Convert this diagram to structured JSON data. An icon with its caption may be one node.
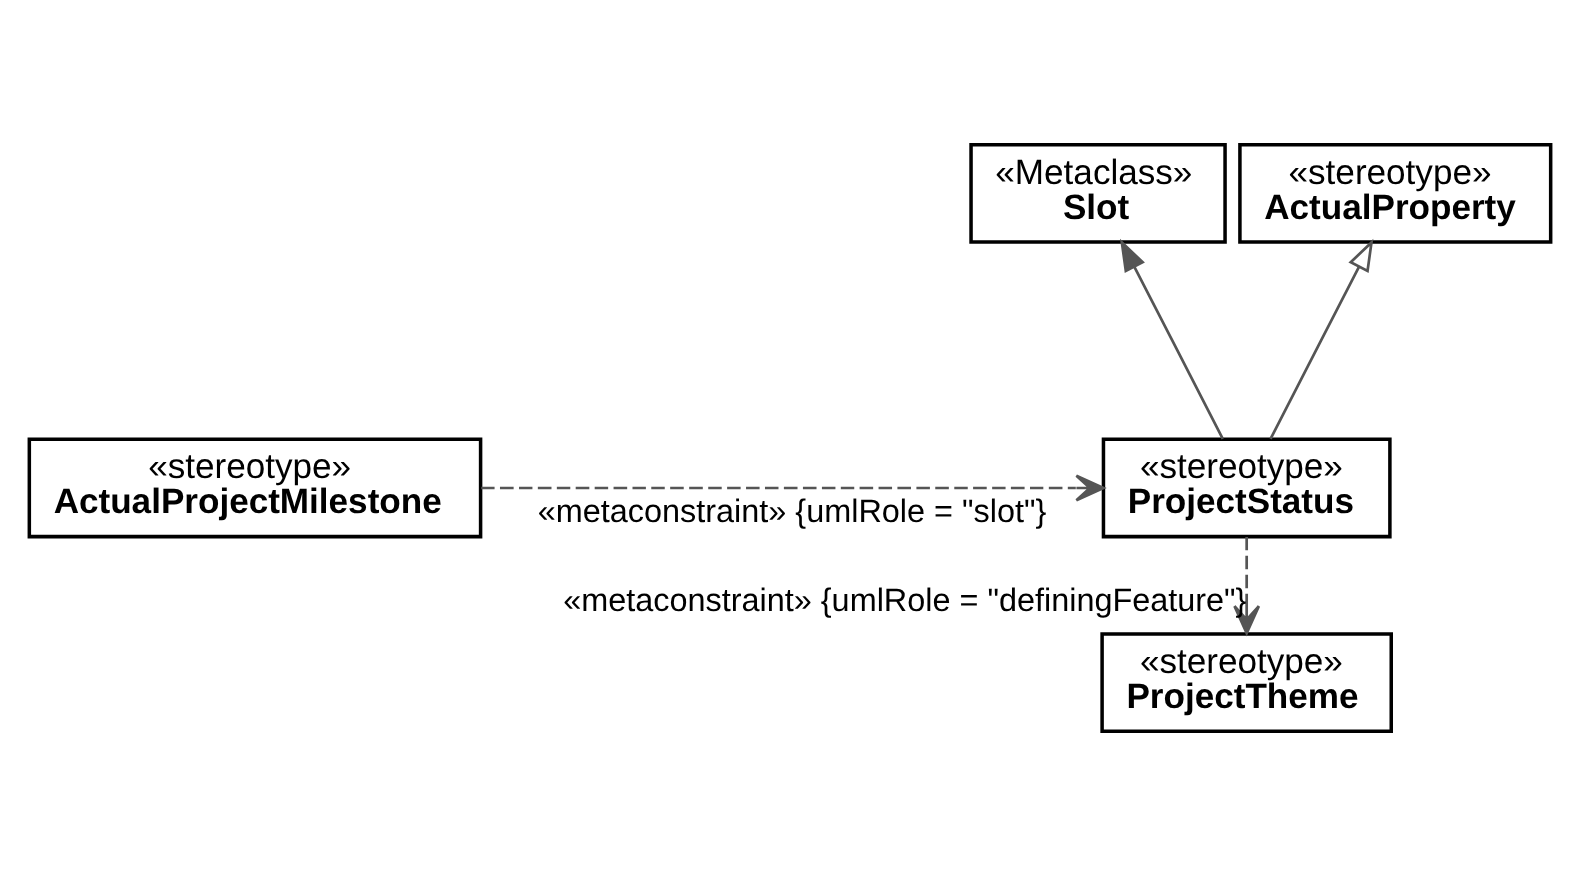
{
  "diagram": {
    "nodes": [
      {
        "text": [
          "«Metaclass»",
          "Slot"
        ]
      },
      {
        "text": [
          "«stereotype»",
          "ActualProperty"
        ]
      },
      {
        "text": [
          "«stereotype»",
          "ProjectStatus"
        ]
      },
      {
        "text": [
          "«stereotype»",
          "ActualProjectMilestone"
        ]
      },
      {
        "text": [
          "«stereotype»",
          "ProjectTheme"
        ]
      }
    ],
    "edges": [
      {
        "from": 2,
        "to": 0,
        "arrow": "to"
      },
      {
        "from": 2,
        "to": 1,
        "arrow": "to"
      },
      {
        "from": 3,
        "to": 2,
        "arrow": "to",
        "style": "dashed",
        "label": "«metaconstraint» {umlRole = \"slot\"}"
      },
      {
        "from": 2,
        "to": 4,
        "arrow": "to",
        "style": "dashed",
        "label": "«metaconstraint» {umlRole = \"definingFeature\"}"
      }
    ]
  }
}
